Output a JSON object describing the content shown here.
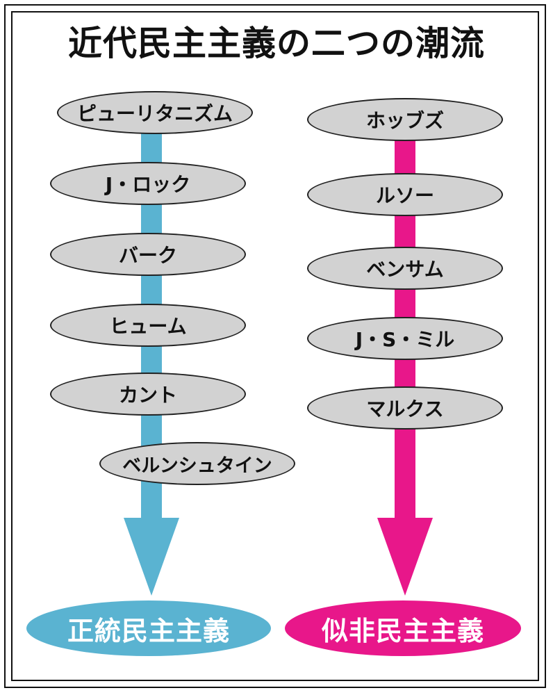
{
  "title": "近代民主主義の二つの潮流",
  "colors": {
    "left_stream": "#5ab3d1",
    "right_stream": "#e8178a",
    "node_fill": "#d2d2d2"
  },
  "left_stream": {
    "nodes": [
      "ピューリタニズム",
      "J・ロック",
      "バーク",
      "ヒューム",
      "カント",
      "ベルンシュタイン"
    ],
    "result": "正統民主主義"
  },
  "right_stream": {
    "nodes": [
      "ホッブズ",
      "ルソー",
      "ベンサム",
      "J・S・ミル",
      "マルクス"
    ],
    "result": "似非民主主義"
  }
}
